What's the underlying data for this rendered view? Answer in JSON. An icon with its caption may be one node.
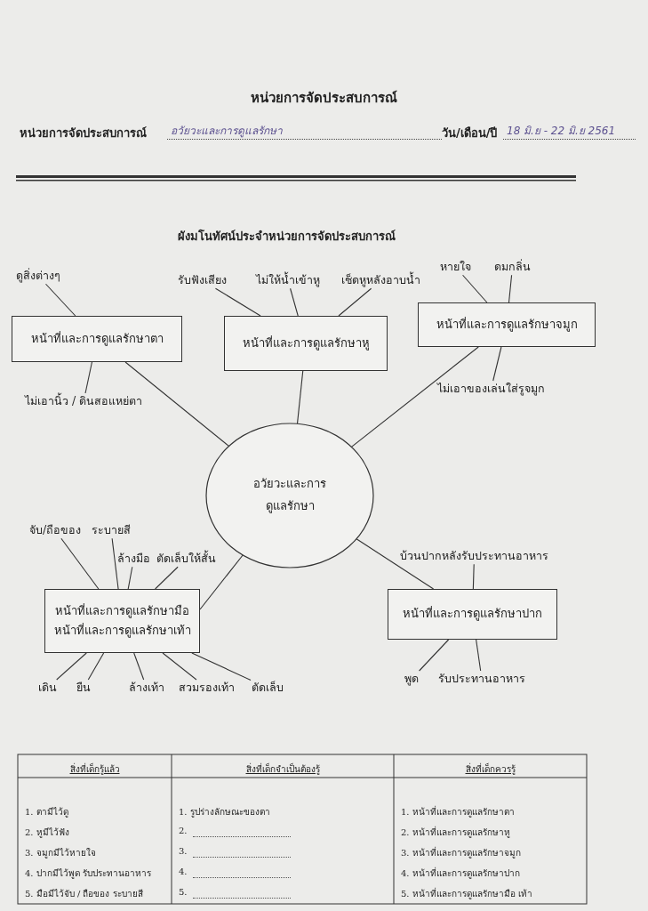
{
  "diagram": {
    "title": "หน่วยการจัดประสบการณ์",
    "nodes": [
      {
        "text": [
          "อวัยวะและการดูแลรักษา"
        ]
      },
      {
        "text": [
          "หน้าที่และการดูแลรักษาตา"
        ]
      },
      {
        "text": [
          "หน้าที่และการดูแลรักษาหู"
        ]
      },
      {
        "text": [
          "หน้าที่และการดูแลรักษาจมูก"
        ]
      },
      {
        "text": [
          "หน้าที่และการดูแลรักษามือ",
          "หน้าที่และการดูแลรักษาเท้า"
        ]
      },
      {
        "text": [
          "หน้าที่และการดูแลรักษาปาก"
        ]
      },
      {
        "text": [
          "ดูสิ่งต่างๆ"
        ]
      },
      {
        "text": [
          "ไม่เอานิ้ว / ดินสอแหย่ตา"
        ]
      },
      {
        "text": [
          "รับฟังเสียง"
        ]
      },
      {
        "text": [
          "ไม่ให้น้ำเข้าหู"
        ]
      },
      {
        "text": [
          "เช็ดหูหลังอาบน้ำ"
        ]
      },
      {
        "text": [
          "หายใจ"
        ]
      },
      {
        "text": [
          "ดมกลิ่น"
        ]
      },
      {
        "text": [
          "ไม่เอาของเล่นใส่รูจมูก"
        ]
      },
      {
        "text": [
          "จับ/ถือของ"
        ]
      },
      {
        "text": [
          "ระบายสี"
        ]
      },
      {
        "text": [
          "ล้างมือ"
        ]
      },
      {
        "text": [
          "ตัดเล็บให้สั้น"
        ]
      },
      {
        "text": [
          "เดิน"
        ]
      },
      {
        "text": [
          "ยืน"
        ]
      },
      {
        "text": [
          "ล้างเท้า"
        ]
      },
      {
        "text": [
          "สวมรองเท้า"
        ]
      },
      {
        "text": [
          "ตัดเล็บ"
        ]
      },
      {
        "text": [
          "บ้วนปากหลังรับประทานอาหาร"
        ]
      },
      {
        "text": [
          "พูด"
        ]
      },
      {
        "text": [
          "รับประทานอาหาร"
        ]
      }
    ],
    "edges": [
      {
        "from": 0,
        "to": 1,
        "arrow": "none"
      },
      {
        "from": 0,
        "to": 2,
        "arrow": "none"
      },
      {
        "from": 0,
        "to": 3,
        "arrow": "none"
      },
      {
        "from": 0,
        "to": 4,
        "arrow": "none"
      },
      {
        "from": 0,
        "to": 5,
        "arrow": "none"
      },
      {
        "from": 1,
        "to": 6,
        "arrow": "none"
      },
      {
        "from": 1,
        "to": 7,
        "arrow": "none"
      },
      {
        "from": 2,
        "to": 8,
        "arrow": "none"
      },
      {
        "from": 2,
        "to": 9,
        "arrow": "none"
      },
      {
        "from": 2,
        "to": 10,
        "arrow": "none"
      },
      {
        "from": 3,
        "to": 11,
        "arrow": "none"
      },
      {
        "from": 3,
        "to": 12,
        "arrow": "none"
      },
      {
        "from": 3,
        "to": 13,
        "arrow": "none"
      },
      {
        "from": 4,
        "to": 14,
        "arrow": "none"
      },
      {
        "from": 4,
        "to": 15,
        "arrow": "none"
      },
      {
        "from": 4,
        "to": 16,
        "arrow": "none"
      },
      {
        "from": 4,
        "to": 17,
        "arrow": "none"
      },
      {
        "from": 4,
        "to": 18,
        "arrow": "none"
      },
      {
        "from": 4,
        "to": 19,
        "arrow": "none"
      },
      {
        "from": 4,
        "to": 20,
        "arrow": "none"
      },
      {
        "from": 4,
        "to": 21,
        "arrow": "none"
      },
      {
        "from": 4,
        "to": 22,
        "arrow": "none"
      },
      {
        "from": 5,
        "to": 23,
        "arrow": "none"
      },
      {
        "from": 5,
        "to": 24,
        "arrow": "none"
      },
      {
        "from": 5,
        "to": 25,
        "arrow": "none"
      }
    ],
    "labels": [
      "หน่วยการจัดประสบการณ์",
      "อวัยวะและการดูแลรักษา",
      "วัน/เดือน/ปี",
      "18 มิ.ย - 22 มิ.ย 2561",
      "ผังมโนทัศน์ประจำหน่วยการจัดประสบการณ์",
      "สิ่งที่เด็กรู้แล้ว",
      "สิ่งที่เด็กจำเป็นต้องรู้",
      "สิ่งที่เด็กควรรู้",
      "1. ตามีไว้ดู",
      "1. รูปร่างลักษณะของตา",
      "1. หน้าที่และการดูแลรักษาตา",
      "2. หูมีไว้ฟัง",
      "2.",
      "2. หน้าที่และการดูแลรักษาหู",
      "3. จมูกมีไว้หายใจ",
      "3.",
      "3. หน้าที่และการดูแลรักษาจมูก",
      "4. ปากมีไว้พูด รับประทานอาหาร",
      "4.",
      "4. หน้าที่และการดูแลรักษาปาก",
      "5. มือมีไว้จับ / ถือของ ระบายสี",
      "5.",
      "5. หน้าที่และการดูแลรักษามือ เท้า"
    ]
  }
}
